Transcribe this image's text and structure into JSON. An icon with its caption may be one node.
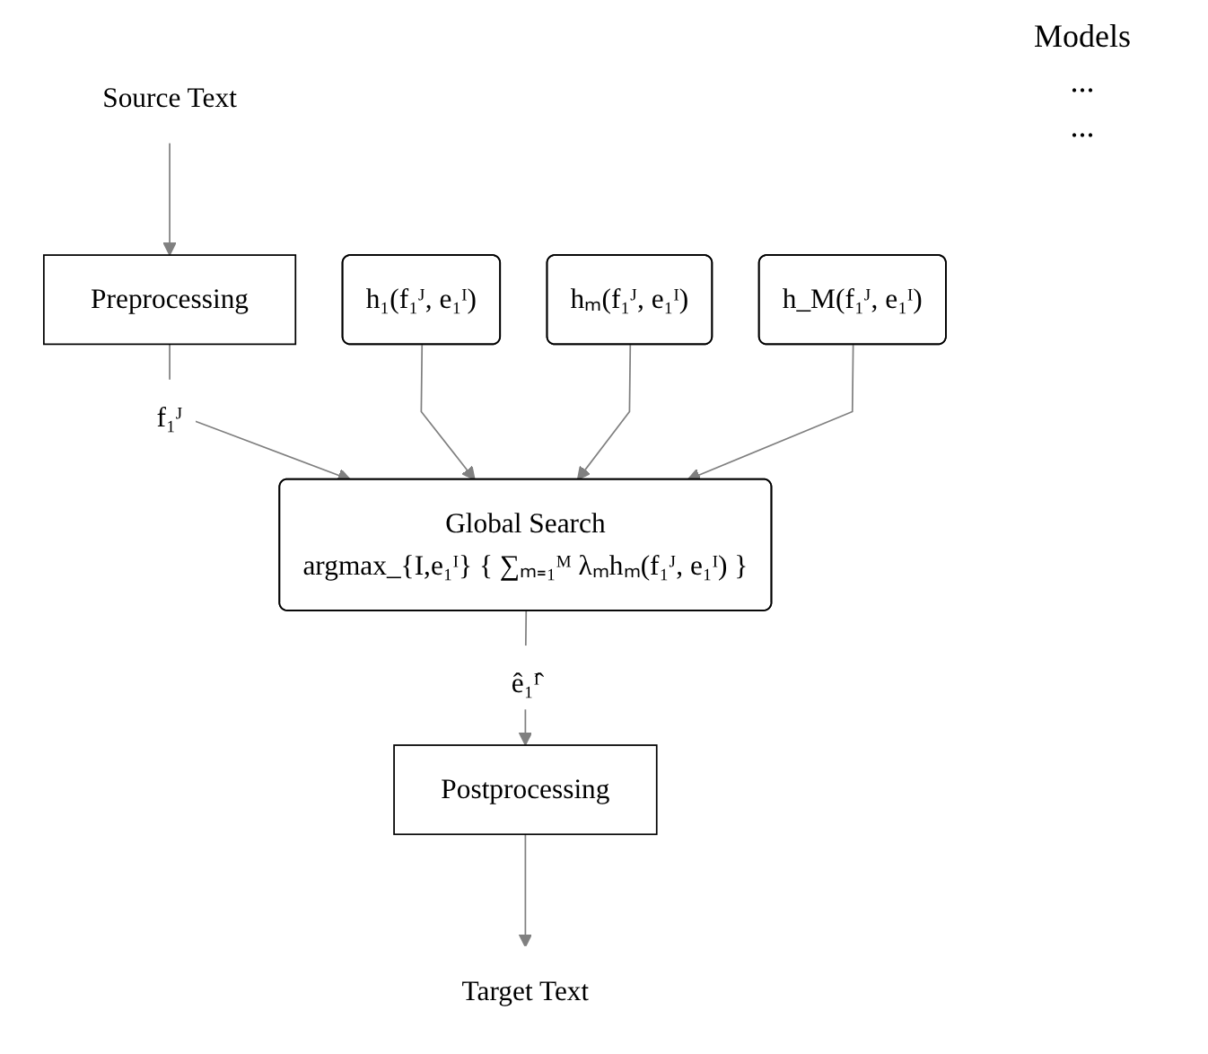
{
  "diagram": {
    "nodes": [
      {
        "text": [
          "Source Text"
        ]
      },
      {
        "text": [
          "Preprocessing"
        ]
      },
      {
        "text": [
          "Global Search",
          "argmax_{I,e₁ᴵ} { ∑ₘ₌₁ᴹ λₘhₘ(f₁ᴶ, e₁ᴵ) }"
        ]
      },
      {
        "text": [
          "h₁(f₁ᴶ, e₁ᴵ)"
        ]
      },
      {
        "text": [
          "hₘ(f₁ᴶ, e₁ᴵ)"
        ]
      },
      {
        "text": [
          "h_M(f₁ᴶ, e₁ᴵ)"
        ]
      },
      {
        "text": [
          "Postprocessing"
        ]
      },
      {
        "text": [
          "Target Text"
        ]
      }
    ],
    "edges": [
      {
        "from": 0,
        "to": 1,
        "arrow": "to"
      },
      {
        "from": 1,
        "to": 2,
        "arrow": "to",
        "label": "f₁ᴶ"
      },
      {
        "from": 3,
        "to": 2,
        "arrow": "to"
      },
      {
        "from": 4,
        "to": 2,
        "arrow": "to"
      },
      {
        "from": 5,
        "to": 2,
        "arrow": "to"
      },
      {
        "from": 2,
        "to": 6,
        "arrow": "to",
        "label": "ê₁ᴵ̂"
      },
      {
        "from": 6,
        "to": 7,
        "arrow": "to"
      }
    ],
    "labels": [
      "Models",
      "...",
      "..."
    ]
  }
}
